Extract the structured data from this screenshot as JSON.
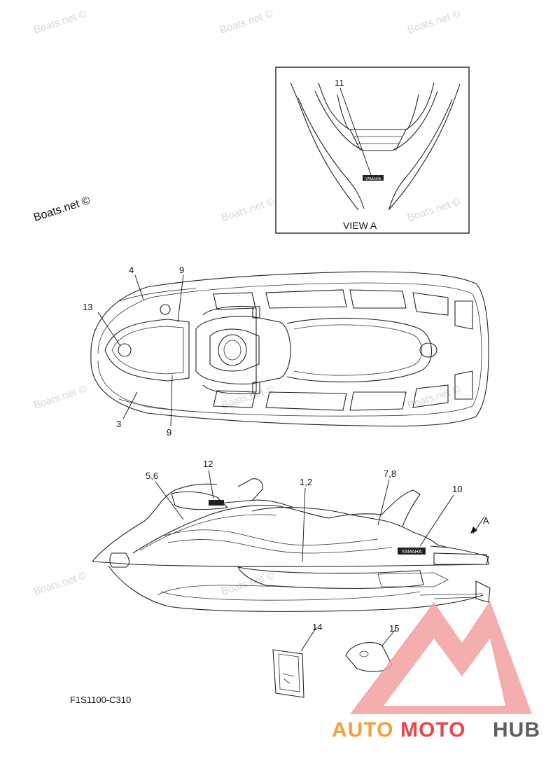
{
  "diagram": {
    "code": "F1S1100-C310",
    "view_label": "VIEW A",
    "view_arrow_label": "A",
    "inset_logo_text": "YAMAHA",
    "logo_text": "YAMAHA"
  },
  "callouts": {
    "c11": "11",
    "c4": "4",
    "c9_top": "9",
    "c13": "13",
    "c3": "3",
    "c9_bottom": "9",
    "c12": "12",
    "c56": "5,6",
    "c12s": "1,2",
    "c78": "7,8",
    "c10": "10",
    "c14": "14",
    "c15": "15"
  },
  "watermarks": {
    "text": "Boats.net ©",
    "prominent": "Boats.net ©"
  },
  "branding": {
    "auto": "AUTO",
    "moto": "MOTO",
    "hub": "HUB",
    "colors": {
      "orange": "#f3a13d",
      "red": "#e8464a",
      "gray": "#5f5f5f",
      "logo_fill": "#f2a0a0"
    }
  }
}
